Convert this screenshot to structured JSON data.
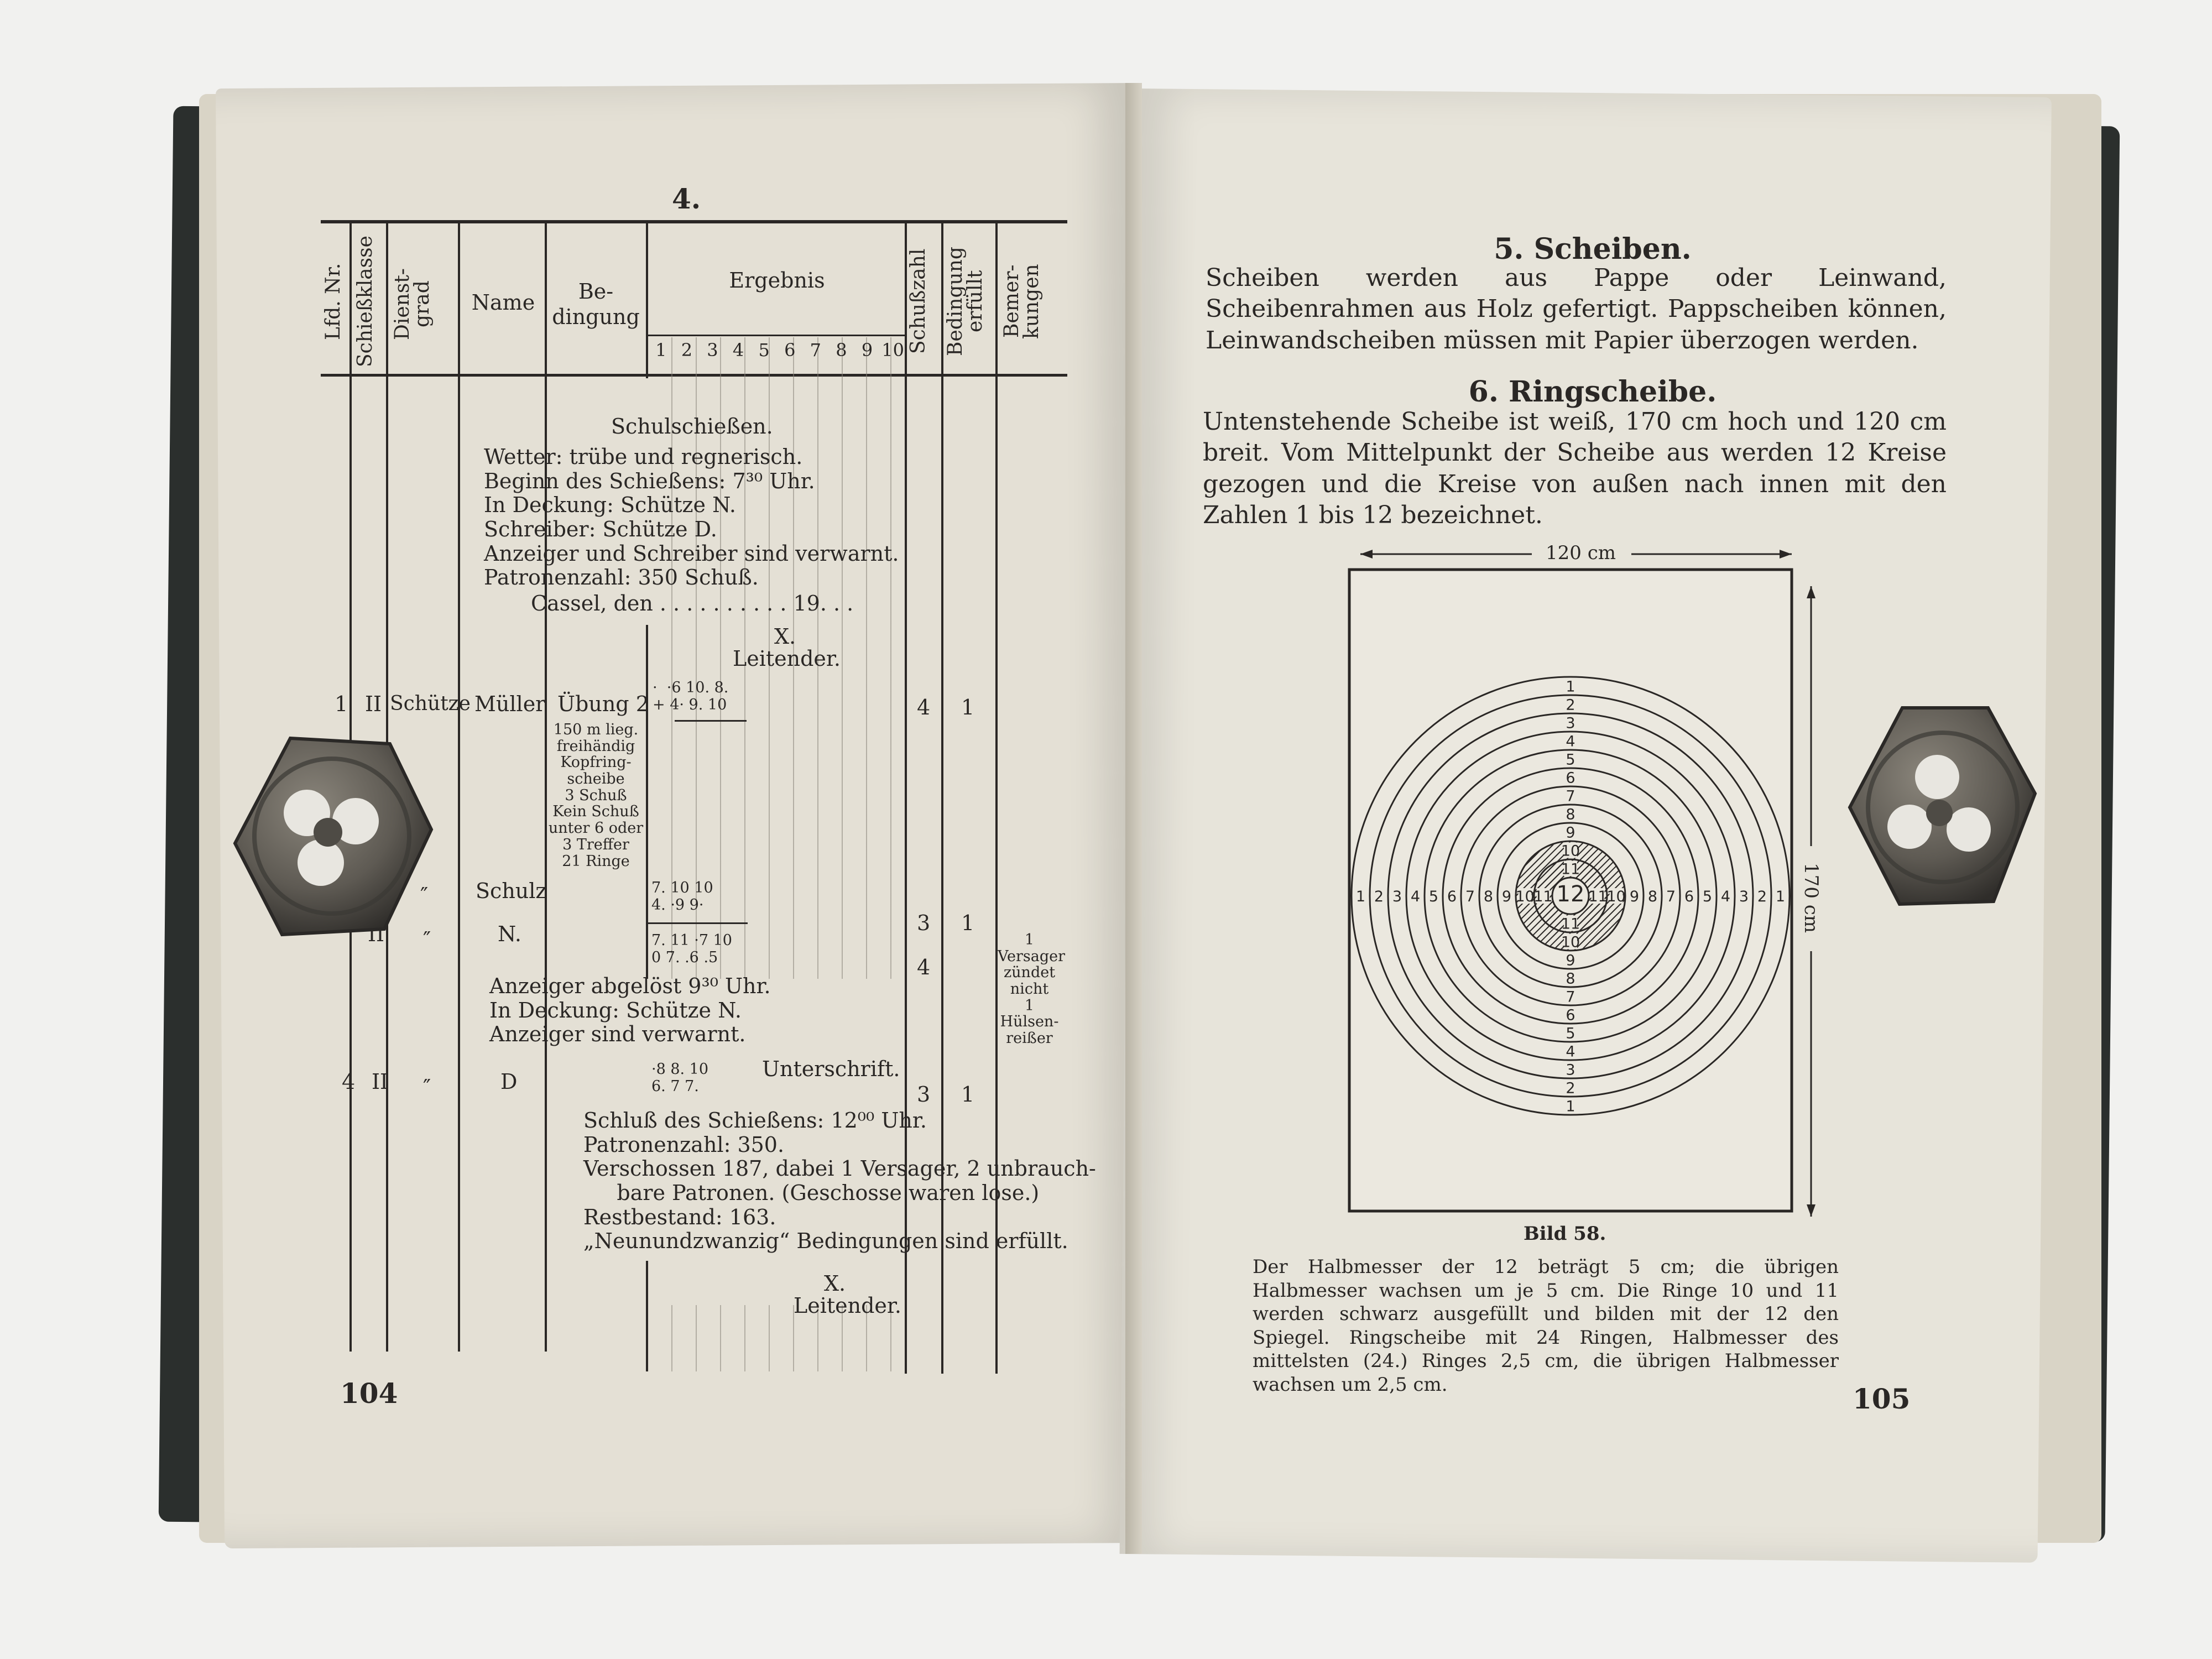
{
  "left_page": {
    "header_number": "4.",
    "page_number": "104",
    "columns": {
      "lfd_nr": "Lfd. Nr.",
      "schiessklasse": "Schießklasse",
      "dienstgrad": "Dienst-\ngrad",
      "name": "Name",
      "bedingung": "Be-\ndingung",
      "ergebnis": "Ergebnis",
      "ergebnis_numbers": [
        "1",
        "2",
        "3",
        "4",
        "5",
        "6",
        "7",
        "8",
        "9",
        "10"
      ],
      "schusszahl": "Schußzahl",
      "bedingung_erfuellt": "Bedingung\nerfüllt",
      "bemerkungen": "Bemer-\nkungen"
    },
    "intro": {
      "title": "Schulschießen.",
      "lines": "Wetter: trübe und regnerisch.\nBeginn des Schießens: 7³⁰ Uhr.\nIn Deckung: Schütze N.\nSchreiber: Schütze D.\nAnzeiger und Schreiber sind verwarnt.\nPatronenzahl: 350 Schuß.",
      "place_date": "Cassel, den . . . . . . . . . . 19. . .",
      "sign_x": "X.",
      "sign_role": "Leitender."
    },
    "rows": [
      {
        "nr": "1",
        "klasse": "II",
        "grad": "Schütze",
        "name": "Müller",
        "bedingung": "Übung 2",
        "hits": "·  ·6 10. 8.\n+ 4· 9. 10",
        "schuss": "4",
        "erfuellt": "1"
      },
      {
        "name": "Schulz",
        "mark": "″",
        "hits": "7. 10 10\n4. ·9 9·"
      },
      {
        "klasse": "II",
        "mark": "″",
        "name": "N.",
        "hits": "7. 11 ·7 10\n0 7̇. .6 .5",
        "schuss_a": "3",
        "erfuellt": "1",
        "schuss_b": "4"
      },
      {
        "nr": "4",
        "klasse": "II",
        "mark": "″",
        "name": "D",
        "hits": "·8 8. 10\n6. 7 7.",
        "schuss": "3",
        "erfuellt": "1"
      }
    ],
    "bedingung_detail": "150 m lieg.\nfreihändig\nKopfring-\nscheibe\n3 Schuß\nKein Schuß\nunter 6 oder\n3 Treffer\n21 Ringe",
    "remarks": "1\nVersager\nzündet\nnicht\n1\nHülsen-\nreißer",
    "mid_lines": "Anzeiger abgelöst 9³⁰ Uhr.\nIn Deckung: Schütze N.\nAnzeiger sind verwarnt.",
    "unterschrift": "Unterschrift.",
    "closing_lines": "Schluß des Schießens: 12⁰⁰ Uhr.\nPatronenzahl: 350.\nVerschossen 187, dabei 1 Versager, 2 unbrauch-\n     bare Patronen. (Geschosse waren lose.)\nRestbestand: 163.\n„Neunundzwanzig“ Bedingungen sind erfüllt.",
    "end_sign_x": "X.",
    "end_sign_role": "Leitender."
  },
  "right_page": {
    "page_number": "105",
    "section5_title": "5. Scheiben.",
    "section5_text": "Scheiben werden aus Pappe oder Leinwand, Scheibenrahmen aus Holz gefertigt. Pappscheiben können, Leinwandscheiben müssen mit Papier überzogen werden.",
    "section6_title": "6. Ringscheibe.",
    "section6_text": "Untenstehende Scheibe ist weiß, 170 cm hoch und 120 cm breit. Vom Mittelpunkt der Scheibe aus werden 12 Kreise gezogen und die Kreise von außen nach innen mit den Zahlen 1 bis 12 bezeichnet.",
    "width_label": "120 cm",
    "height_label": "170 cm",
    "ring_numbers": [
      "1",
      "2",
      "3",
      "4",
      "5",
      "6",
      "7",
      "8",
      "9",
      "10",
      "11",
      "12"
    ],
    "figure_caption": "Bild 58.",
    "caption_text": "Der Halbmesser der 12 beträgt 5 cm; die übrigen Halbmesser wachsen um je 5 cm. Die Ringe 10 und 11 werden schwarz ausgefüllt und bilden mit der 12 den Spiegel. Ringscheibe mit 24 Ringen, Halbmesser des mittelsten (24.) Ringes 2,5 cm, die übrigen Halbmesser wachsen um 2,5 cm."
  },
  "colors": {
    "paper_left": "#e4e0d5",
    "paper_right": "#e7e4da",
    "ink": "#2a2725",
    "die_metal": "#5e5a53"
  }
}
